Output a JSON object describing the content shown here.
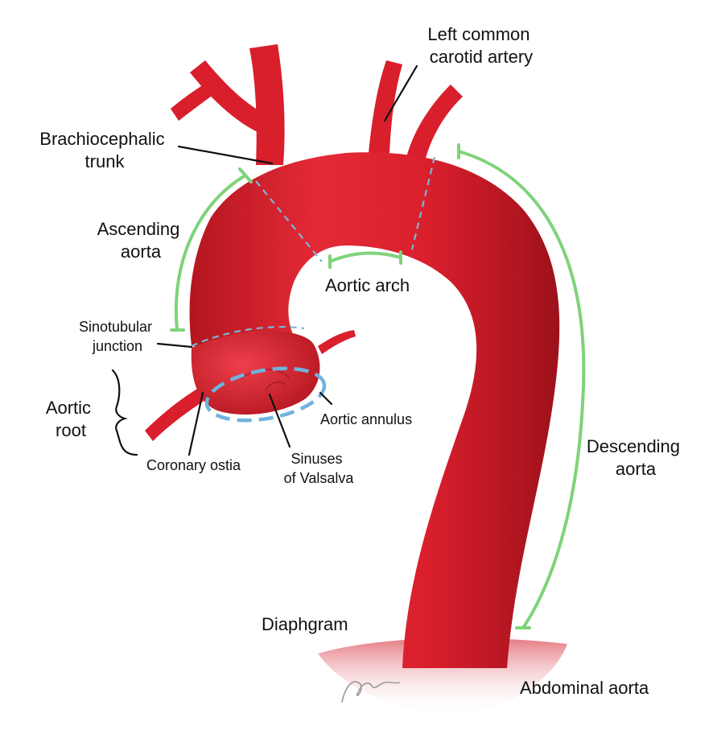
{
  "labels": {
    "left_common_carotid": [
      "Left common",
      "carotid artery"
    ],
    "brachiocephalic": [
      "Brachiocephalic",
      "trunk"
    ],
    "ascending": [
      "Ascending",
      "aorta"
    ],
    "aortic_arch": "Aortic arch",
    "sinotubular": [
      "Sinotubular",
      "junction"
    ],
    "aortic_root": [
      "Aortic",
      "root"
    ],
    "aortic_annulus": "Aortic annulus",
    "coronary_ostia": "Coronary ostia",
    "sinuses": [
      "Sinuses",
      "of Valsalva"
    ],
    "descending": [
      "Descending",
      "aorta"
    ],
    "diaphragm": "Diaphgram",
    "abdominal": "Abdominal aorta"
  },
  "colors": {
    "vessel": "#d91e2c",
    "vessel_dark": "#a9141f",
    "vessel_light": "#ef4a55",
    "segment_bracket": "#7fd37a",
    "segment_boundary": "#7ab6d8",
    "diaphragm_tissue": "#e0636d"
  },
  "icons": {
    "signature": "artist-signature"
  }
}
